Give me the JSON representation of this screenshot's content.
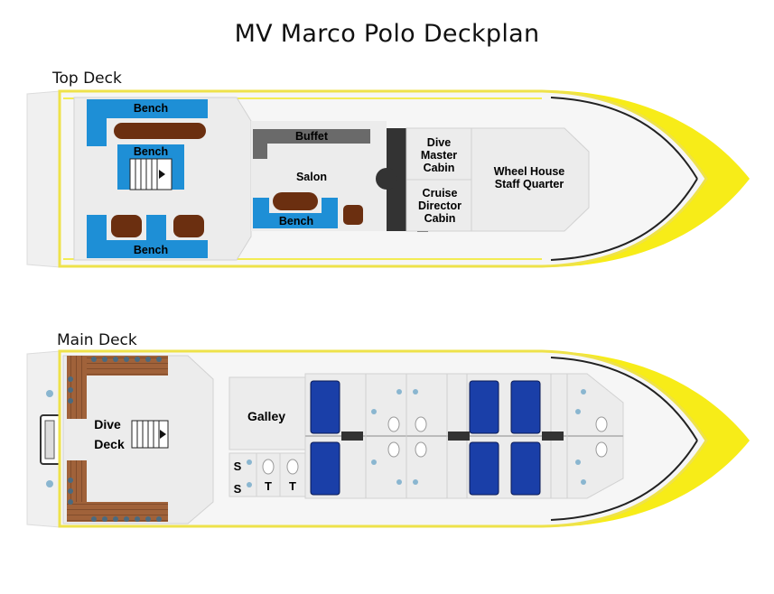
{
  "title": "MV Marco Polo Deckplan",
  "decks": {
    "top": {
      "label": "Top Deck",
      "bench_top": "Bench",
      "bench_middle": "Bench",
      "bench_bottom": "Bench",
      "buffet": "Buffet",
      "salon": "Salon",
      "salon_bench": "Bench",
      "dive_master_cabin": [
        "Dive",
        "Master",
        "Cabin"
      ],
      "cruise_director_cabin": [
        "Cruise",
        "Director",
        "Cabin"
      ],
      "wheel_house": [
        "Wheel House",
        "Staff Quarter"
      ]
    },
    "main": {
      "label": "Main Deck",
      "dive_deck": [
        "Dive",
        "Deck"
      ],
      "galley": "Galley",
      "shower_1": "S",
      "shower_2": "S",
      "toilet_1": "T",
      "toilet_2": "T"
    }
  },
  "colors": {
    "hull_outline": "#f2e81e",
    "bow_yellow": "#f7ec18",
    "bench_blue": "#1e8fd6",
    "table_brown": "#6b2f10",
    "cabin_bed_blue": "#1a3fa8",
    "wall_dark": "#333333",
    "floor": "#ececec"
  }
}
